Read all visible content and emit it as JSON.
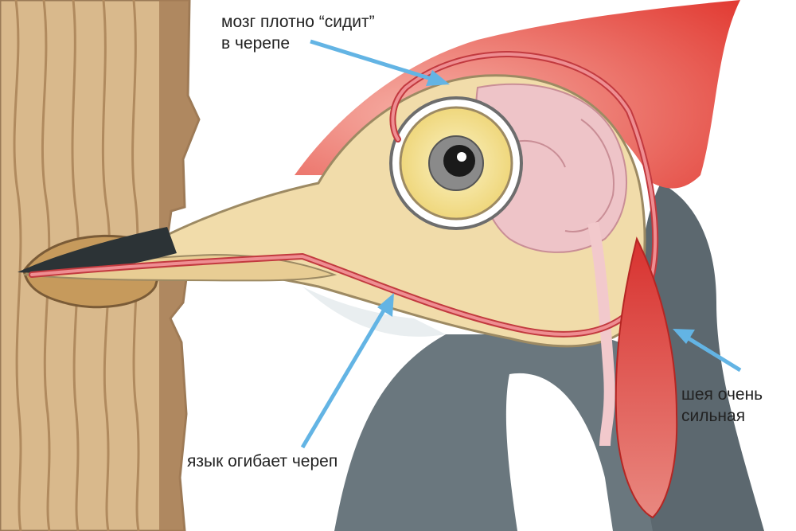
{
  "colors": {
    "label_text": "#222222",
    "arrow": "#63b4e4",
    "wood": "#d9b98c",
    "wood_grain": "#b08a5e",
    "bark_edge": "#9a7a57",
    "skull": "#f1dcaa",
    "skull_outline": "#9d8a63",
    "beak_dark": "#2c3336",
    "crest": "#e23c34",
    "brain": "#eec4c8",
    "tongue": "#ef8e92",
    "neck_muscle": "#d8322f",
    "feather_gray": "#6a777e",
    "eye_iris": "#f3e29a"
  },
  "labels": {
    "brain": {
      "line1": "мозг плотно “сидит”",
      "line2": "в черепе"
    },
    "tongue": {
      "line1": "язык огибает череп"
    },
    "neck": {
      "line1": "шея очень",
      "line2": "сильная"
    }
  },
  "icons": {
    "arrows": "arrow-icon"
  }
}
